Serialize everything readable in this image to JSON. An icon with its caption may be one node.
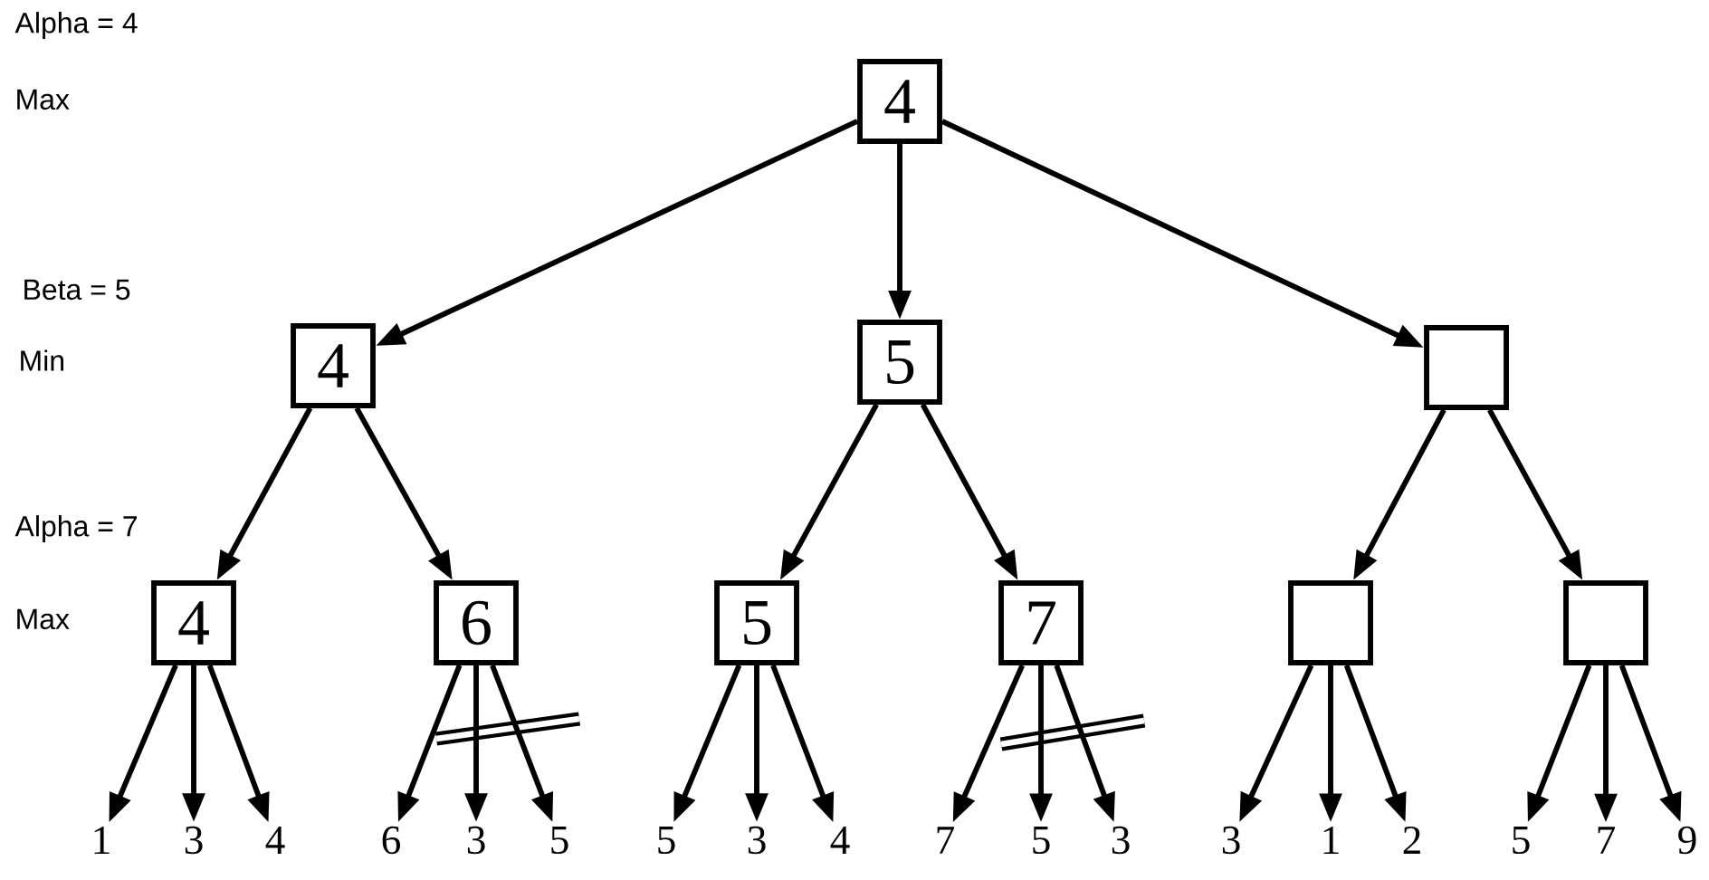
{
  "diagram": {
    "nodes": [
      {
        "text": [
          "4"
        ]
      },
      {
        "text": [
          "4"
        ]
      },
      {
        "text": [
          "5"
        ]
      },
      {
        "text": [],
        "shape": "box"
      },
      {
        "text": [
          "4"
        ]
      },
      {
        "text": [
          "6"
        ]
      },
      {
        "text": [
          "5"
        ]
      },
      {
        "text": [
          "7"
        ]
      },
      {
        "text": [],
        "shape": "box"
      },
      {
        "text": [],
        "shape": "box"
      },
      {
        "text": [
          "1"
        ]
      },
      {
        "text": [
          "3"
        ]
      },
      {
        "text": [
          "4"
        ]
      },
      {
        "text": [
          "6"
        ]
      },
      {
        "text": [
          "3"
        ]
      },
      {
        "text": [
          "5"
        ]
      },
      {
        "text": [
          "5"
        ]
      },
      {
        "text": [
          "3"
        ]
      },
      {
        "text": [
          "4"
        ]
      },
      {
        "text": [
          "7"
        ]
      },
      {
        "text": [
          "5"
        ]
      },
      {
        "text": [
          "3"
        ]
      },
      {
        "text": [
          "3"
        ]
      },
      {
        "text": [
          "1"
        ]
      },
      {
        "text": [
          "2"
        ]
      },
      {
        "text": [
          "5"
        ]
      },
      {
        "text": [
          "7"
        ]
      },
      {
        "text": [
          "9"
        ]
      }
    ],
    "edges": [
      {
        "from": 0,
        "to": 1,
        "arrow": "to"
      },
      {
        "from": 0,
        "to": 2,
        "arrow": "to"
      },
      {
        "from": 0,
        "to": 3,
        "arrow": "to"
      },
      {
        "from": 1,
        "to": 4,
        "arrow": "to"
      },
      {
        "from": 1,
        "to": 5,
        "arrow": "to"
      },
      {
        "from": 2,
        "to": 6,
        "arrow": "to"
      },
      {
        "from": 2,
        "to": 7,
        "arrow": "to"
      },
      {
        "from": 3,
        "to": 8,
        "arrow": "to"
      },
      {
        "from": 3,
        "to": 9,
        "arrow": "to"
      },
      {
        "from": 4,
        "to": 10,
        "arrow": "to"
      },
      {
        "from": 4,
        "to": 11,
        "arrow": "to"
      },
      {
        "from": 4,
        "to": 12,
        "arrow": "to"
      },
      {
        "from": 5,
        "to": 13,
        "arrow": "to"
      },
      {
        "from": 5,
        "to": 14,
        "arrow": "to"
      },
      {
        "from": 5,
        "to": 15,
        "arrow": "to"
      },
      {
        "from": 6,
        "to": 16,
        "arrow": "to"
      },
      {
        "from": 6,
        "to": 17,
        "arrow": "to"
      },
      {
        "from": 6,
        "to": 18,
        "arrow": "to"
      },
      {
        "from": 7,
        "to": 19,
        "arrow": "to"
      },
      {
        "from": 7,
        "to": 20,
        "arrow": "to"
      },
      {
        "from": 7,
        "to": 21,
        "arrow": "to"
      },
      {
        "from": 8,
        "to": 22,
        "arrow": "to"
      },
      {
        "from": 8,
        "to": 23,
        "arrow": "to"
      },
      {
        "from": 8,
        "to": 24,
        "arrow": "to"
      },
      {
        "from": 9,
        "to": 25,
        "arrow": "to"
      },
      {
        "from": 9,
        "to": 26,
        "arrow": "to"
      },
      {
        "from": 9,
        "to": 27,
        "arrow": "to"
      }
    ],
    "labels": [
      "Alpha = 4",
      "Max",
      "Beta = 5",
      "Min",
      "Alpha = 7",
      "Max"
    ]
  }
}
